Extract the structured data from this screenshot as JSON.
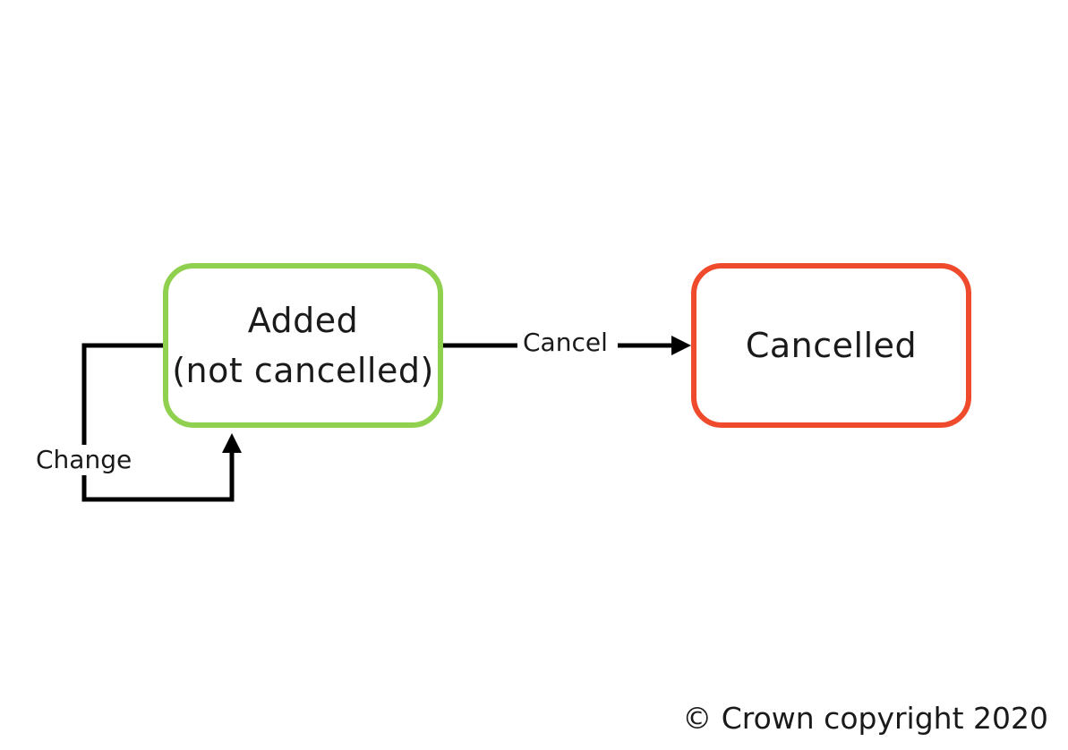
{
  "diagram": {
    "states": [
      {
        "id": "added",
        "lines": [
          "Added",
          "(not cancelled)"
        ],
        "border_color": "#8fd04f"
      },
      {
        "id": "cancelled",
        "lines": [
          "Cancelled"
        ],
        "border_color": "#ef4a2b"
      }
    ],
    "transitions": [
      {
        "from": "added",
        "to": "cancelled",
        "label": "Cancel"
      },
      {
        "from": "added",
        "to": "added",
        "label": "Change"
      }
    ],
    "edge_color": "#000000"
  },
  "footer": {
    "copyright": "© Crown copyright 2020"
  }
}
